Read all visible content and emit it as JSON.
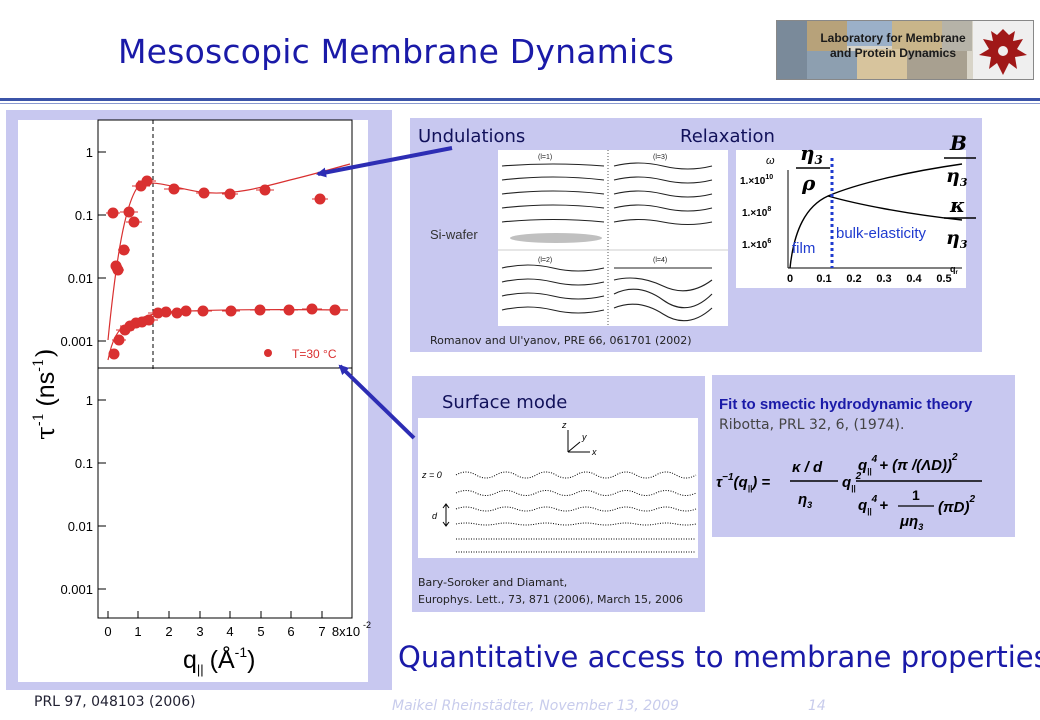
{
  "slide": {
    "title": "Mesoscopic Membrane Dynamics",
    "logo_text_line1": "Laboratory for Membrane",
    "logo_text_line2": "and Protein Dynamics",
    "main_plot": {
      "y_ticks_upper": [
        "1",
        "0.1",
        "0.01",
        "0.001"
      ],
      "y_ticks_lower": [
        "1",
        "0.1",
        "0.01",
        "0.001"
      ],
      "x_ticks": [
        "0",
        "1",
        "2",
        "3",
        "4",
        "5",
        "6",
        "7",
        "8x10"
      ],
      "x_exp": "-2",
      "legend": "T=30 °C",
      "ylabel": "τ",
      "ylabel_sup": "-1",
      "ylabel_unit": "(ns",
      "ylabel_unit_sup": "-1",
      "ylabel_close": ")",
      "xlabel": "q",
      "xlabel_sub": "||",
      "xlabel_unit": "(Å",
      "xlabel_unit_sup": "-1",
      "xlabel_close": ")"
    },
    "undulations_label": "Undulations",
    "relaxation_label": "Relaxation",
    "si_wafer_label": "Si-wafer",
    "mode_labels": [
      "(l=1)",
      "(l=3)",
      "(l=2)",
      "(l=4)"
    ],
    "romanov_ref": "Romanov and Ul'yanov, PRE 66, 061701 (2002)",
    "dispersion": {
      "omega_label": "ω",
      "y_ticks": [
        "1.×10",
        "1.×10",
        "1.×10"
      ],
      "y_exps": [
        "10",
        "8",
        "6"
      ],
      "x_ticks": [
        "0",
        "0.1",
        "0.2",
        "0.3",
        "0.4",
        "0.5"
      ],
      "x_label": "q",
      "x_label_sub": "r",
      "film_label": "film",
      "bulk_label": "bulk-elasticity",
      "eta_label": "η",
      "eta_sub": "3",
      "rho_label": "ρ",
      "B_label": "B",
      "kappa_label": "κ"
    },
    "surface_mode_label": "Surface mode",
    "surface_fig": {
      "z0_label": "z = 0",
      "d_label": "d",
      "z_axis": "z",
      "y_axis": "y",
      "x_axis": "x"
    },
    "bary_ref_line1": "Bary-Soroker and Diamant,",
    "bary_ref_line2": "Europhys. Lett., 73, 871 (2006), March 15, 2006",
    "fit_title": "Fit to smectic hydrodynamic theory",
    "fit_ref": "Ribotta, PRL 32, 6, (1974).",
    "formula": {
      "lhs": "τ",
      "lhs_sup": "−1",
      "lhs_arg": "(q",
      "lhs_sub": "||",
      "lhs_close": ") =",
      "frac1_num": "κ / d",
      "frac1_den": "η",
      "frac1_den_sub": "3",
      "q": "q",
      "q_sub": "||",
      "q_sup2": "2",
      "num_q4": "q",
      "num_sub": "||",
      "num_sup": "4",
      "num_rest": "+ (π /(ΛD))",
      "num_rest_sup": "2",
      "den_q4": "q",
      "den_sub": "||",
      "den_sup": "4",
      "den_plus": "+",
      "den_frac_num": "1",
      "den_frac_den": "μη",
      "den_frac_den_sub": "3",
      "den_rest": "(πD)",
      "den_rest_sup": "2"
    },
    "quant_text": "Quantitative access to membrane properties",
    "footer_left": "PRL 97, 048103 (2006)",
    "footer_author": "Maikel Rheinstädter, November 13, 2009",
    "page_number": "14"
  },
  "colors": {
    "title_blue": "#1a1aa8",
    "panel_bg": "#c8c8f0",
    "data_red": "#d93030",
    "arrow_blue": "#2d2db4",
    "dotted_blue": "#1f3bcf"
  }
}
